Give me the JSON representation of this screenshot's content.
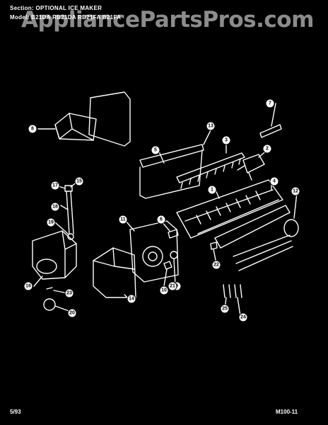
{
  "header": {
    "section_label": "Section:",
    "section_value": "OPTIONAL ICE MAKER",
    "model_label": "Model:",
    "model_value": "B21DA   RB21DA   RB21FA   B21FA"
  },
  "watermark": "AppliancePartsPros.com",
  "footer": {
    "date": "5/93",
    "page_code": "M100-11"
  },
  "callouts": [
    "1",
    "2",
    "3",
    "4",
    "5",
    "6",
    "7",
    "8",
    "9",
    "10",
    "11",
    "12",
    "13",
    "14",
    "15",
    "16",
    "17",
    "18",
    "19",
    "20",
    "21",
    "22",
    "23",
    "24",
    "25"
  ]
}
